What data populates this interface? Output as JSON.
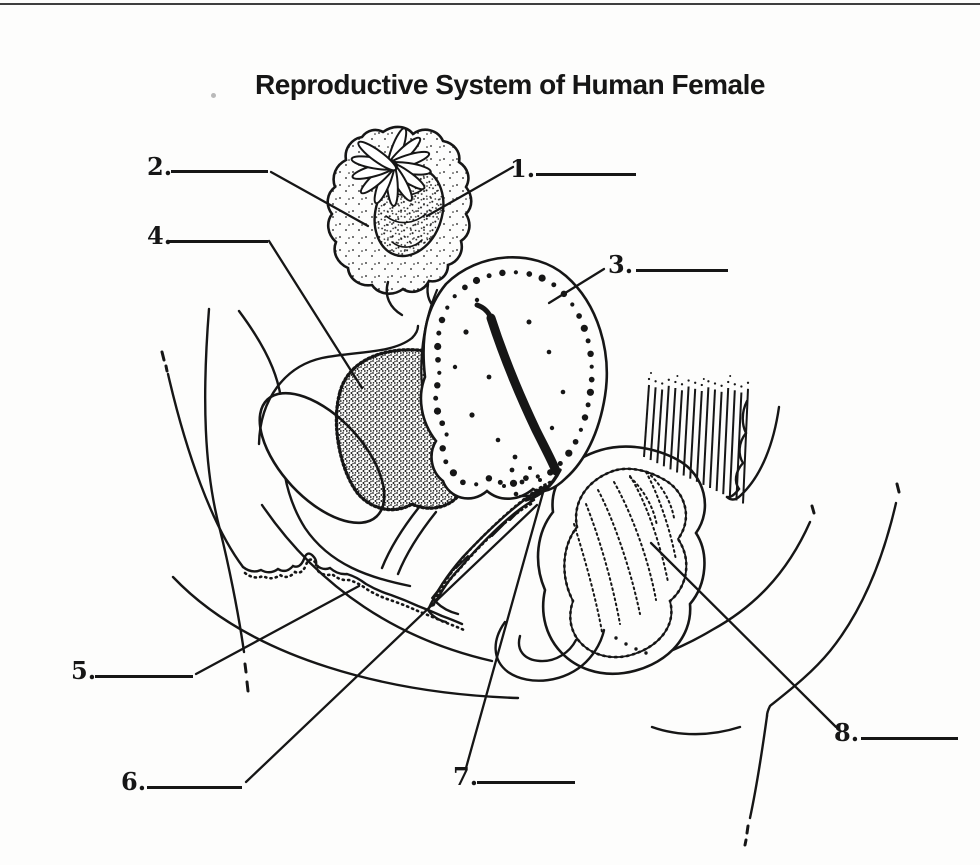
{
  "title": "Reproductive System of Human Female",
  "labels": [
    {
      "number": "1.",
      "answer": ""
    },
    {
      "number": "2.",
      "answer": ""
    },
    {
      "number": "3.",
      "answer": ""
    },
    {
      "number": "4.",
      "answer": ""
    },
    {
      "number": "5.",
      "answer": ""
    },
    {
      "number": "6.",
      "answer": ""
    },
    {
      "number": "7.",
      "answer": ""
    },
    {
      "number": "8.",
      "answer": ""
    }
  ],
  "colors": {
    "ink": "#161616",
    "paper": "#fdfdfc"
  }
}
